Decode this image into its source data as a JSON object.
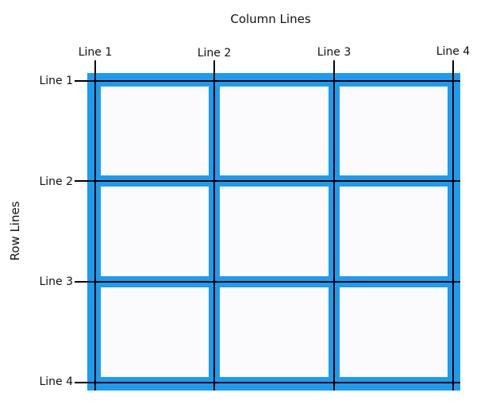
{
  "diagram": {
    "column_title": "Column Lines",
    "row_title": "Row Lines",
    "column_lines": [
      "Line 1",
      "Line 2",
      "Line 3",
      "Line 4"
    ],
    "row_lines": [
      "Line 1",
      "Line 2",
      "Line 3",
      "Line 4"
    ],
    "grid": {
      "columns": 3,
      "rows": 3
    },
    "colors": {
      "grid_fill": "#1E9BEF",
      "cell_fill": "#FBFBFD",
      "line": "#000000"
    }
  }
}
